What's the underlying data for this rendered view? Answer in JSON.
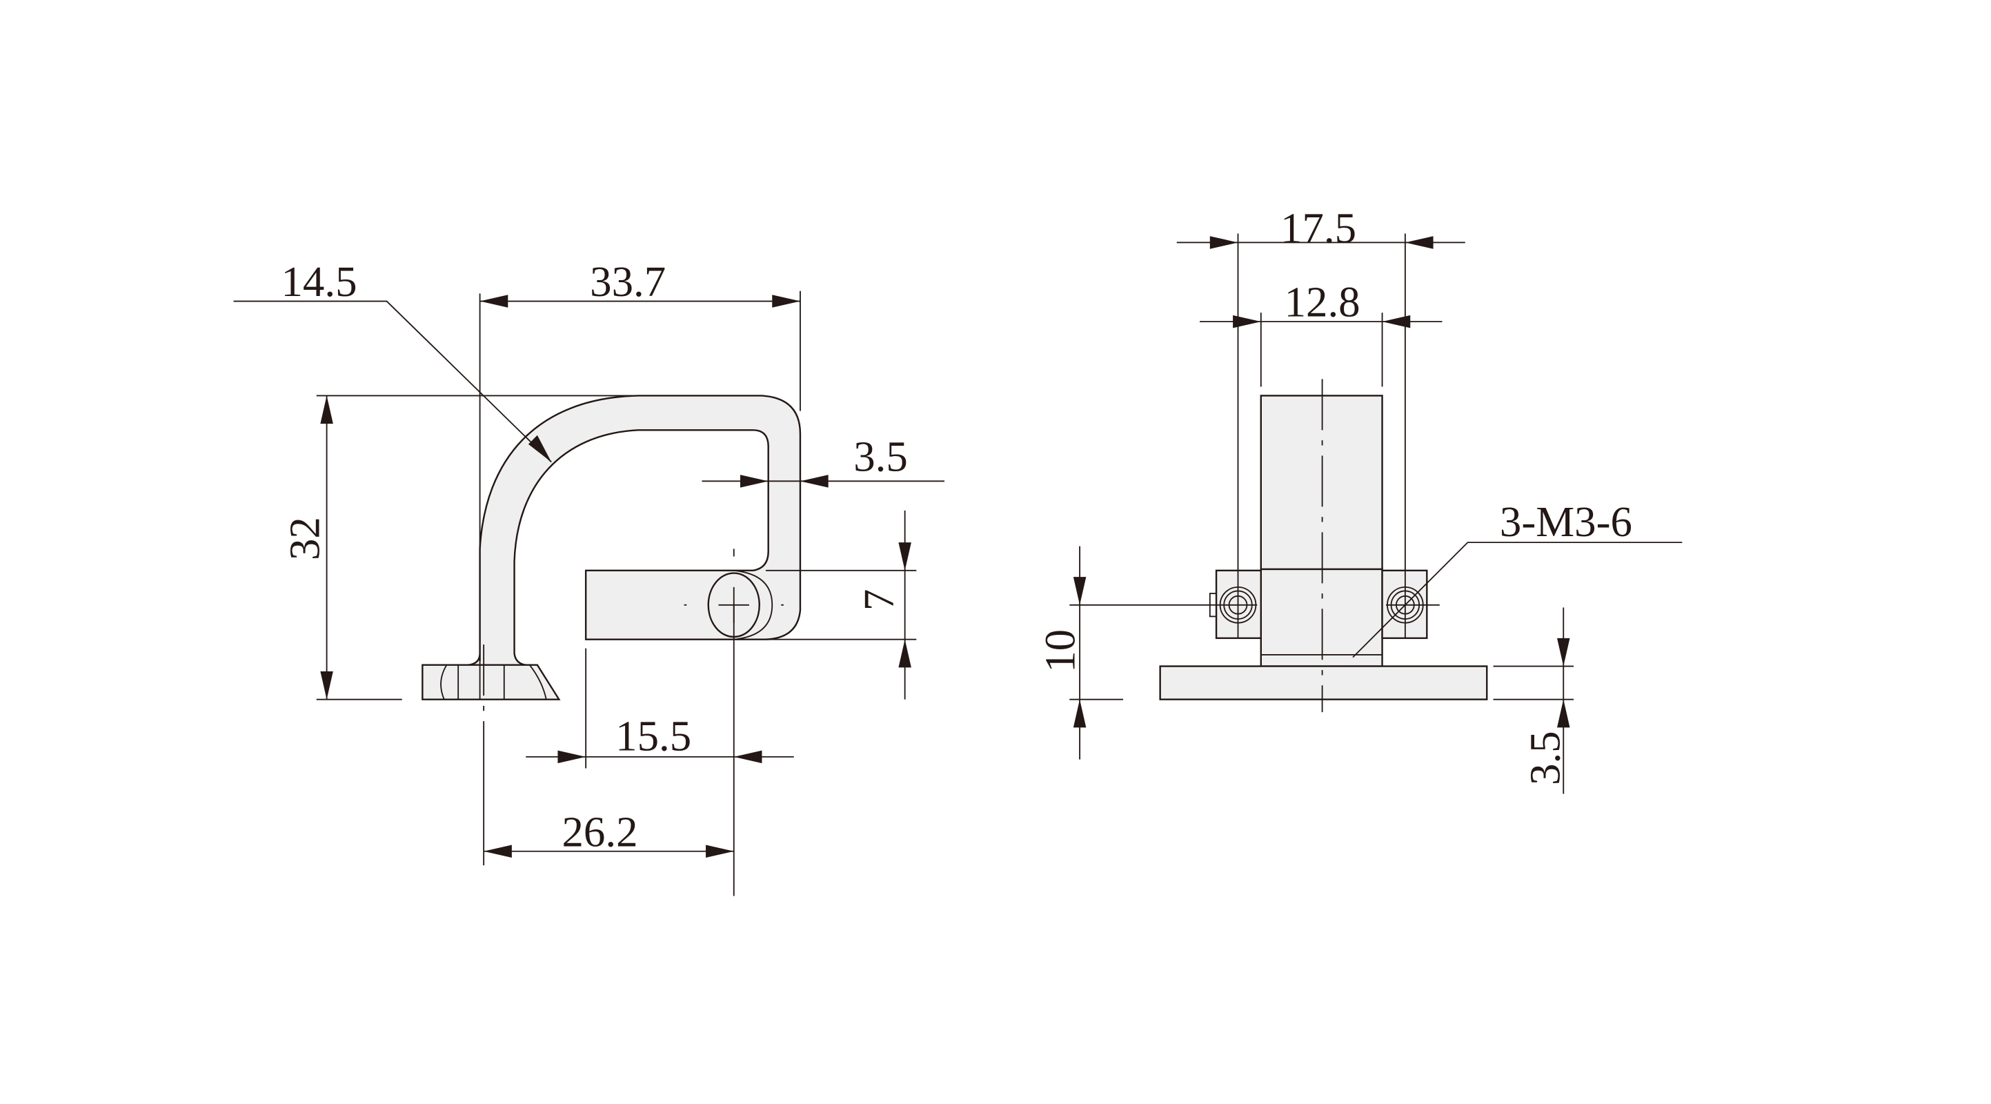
{
  "side_view": {
    "dim_radius": "14.5",
    "dim_width": "33.7",
    "dim_height": "32",
    "dim_thickness": "3.5",
    "dim_bar_height": "7",
    "dim_hole_offset": "15.5",
    "dim_hole_to_base": "26.2"
  },
  "front_view": {
    "dim_outer_width": "17.5",
    "dim_inner_width": "12.8",
    "dim_hole_height": "10",
    "dim_base_thickness": "3.5",
    "screw_callout": "3-M3-6"
  },
  "colors": {
    "line": "#231815",
    "fill": "#efefef"
  }
}
